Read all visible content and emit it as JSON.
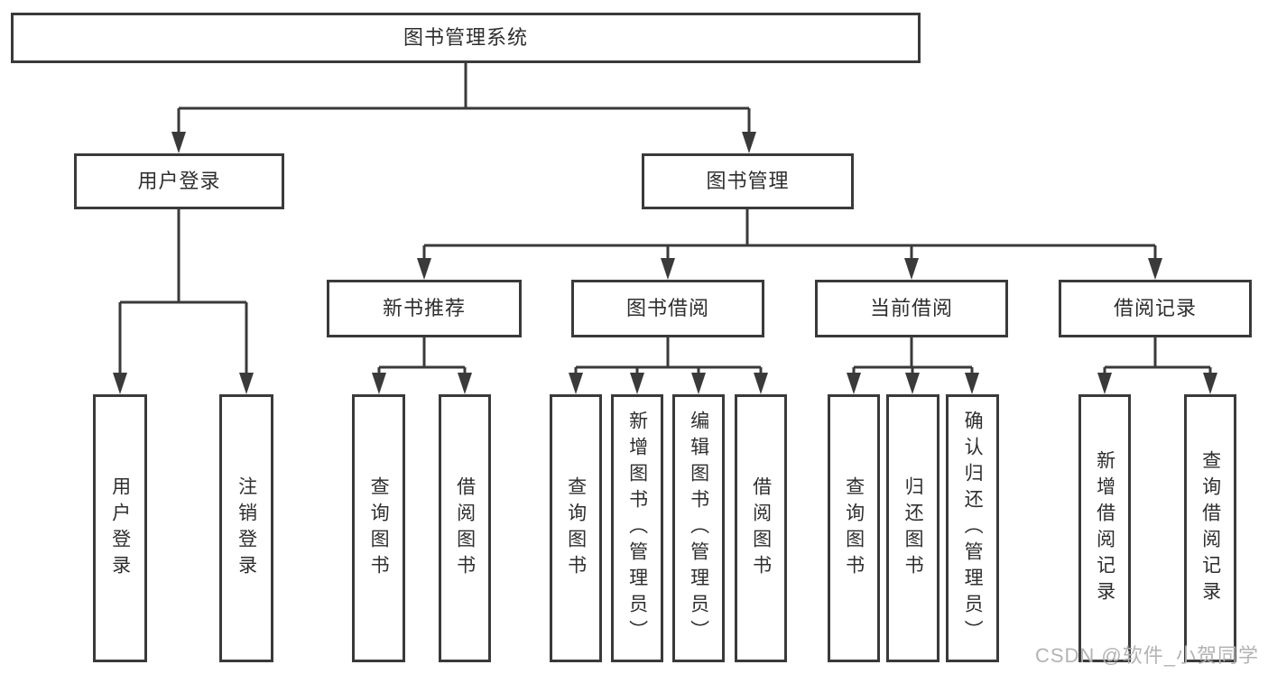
{
  "diagram_type": "hierarchy-tree",
  "tree": {
    "label": "图书管理系统",
    "children": [
      {
        "label": "用户登录",
        "children": [
          {
            "label": "用户登录"
          },
          {
            "label": "注销登录"
          }
        ]
      },
      {
        "label": "图书管理",
        "children": [
          {
            "label": "新书推荐",
            "children": [
              {
                "label": "查询图书"
              },
              {
                "label": "借阅图书"
              }
            ]
          },
          {
            "label": "图书借阅",
            "children": [
              {
                "label": "查询图书"
              },
              {
                "label": "新增图书（管理员）"
              },
              {
                "label": "编辑图书（管理员）"
              },
              {
                "label": "借阅图书"
              }
            ]
          },
          {
            "label": "当前借阅",
            "children": [
              {
                "label": "查询图书"
              },
              {
                "label": "归还图书"
              },
              {
                "label": "确认归还（管理员）"
              }
            ]
          },
          {
            "label": "借阅记录",
            "children": [
              {
                "label": "新增借阅记录"
              },
              {
                "label": "查询借阅记录"
              }
            ]
          }
        ]
      }
    ]
  },
  "watermark": "CSDN @软件_小贺同学",
  "colors": {
    "line": "#3a3a3a",
    "box_border": "#3a3a3a",
    "text": "#2e2e2e",
    "watermark": "#b3b3b3",
    "background": "#ffffff"
  }
}
